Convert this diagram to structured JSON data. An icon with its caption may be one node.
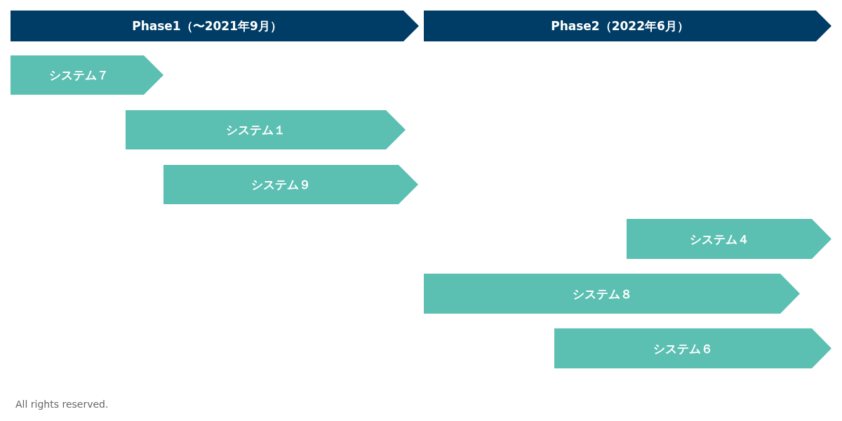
{
  "diagram": {
    "nodes": [
      {
        "text": [
          "Phase1（〜2021年9月）"
        ]
      },
      {
        "text": [
          "Phase2（2022年6月）"
        ]
      },
      {
        "text": [
          "システム７"
        ]
      },
      {
        "text": [
          "システム１"
        ]
      },
      {
        "text": [
          "システム９"
        ]
      },
      {
        "text": [
          "システム４"
        ]
      },
      {
        "text": [
          "システム８"
        ]
      },
      {
        "text": [
          "システム６"
        ]
      }
    ],
    "edges": [],
    "labels": [
      "All rights reserved."
    ]
  }
}
